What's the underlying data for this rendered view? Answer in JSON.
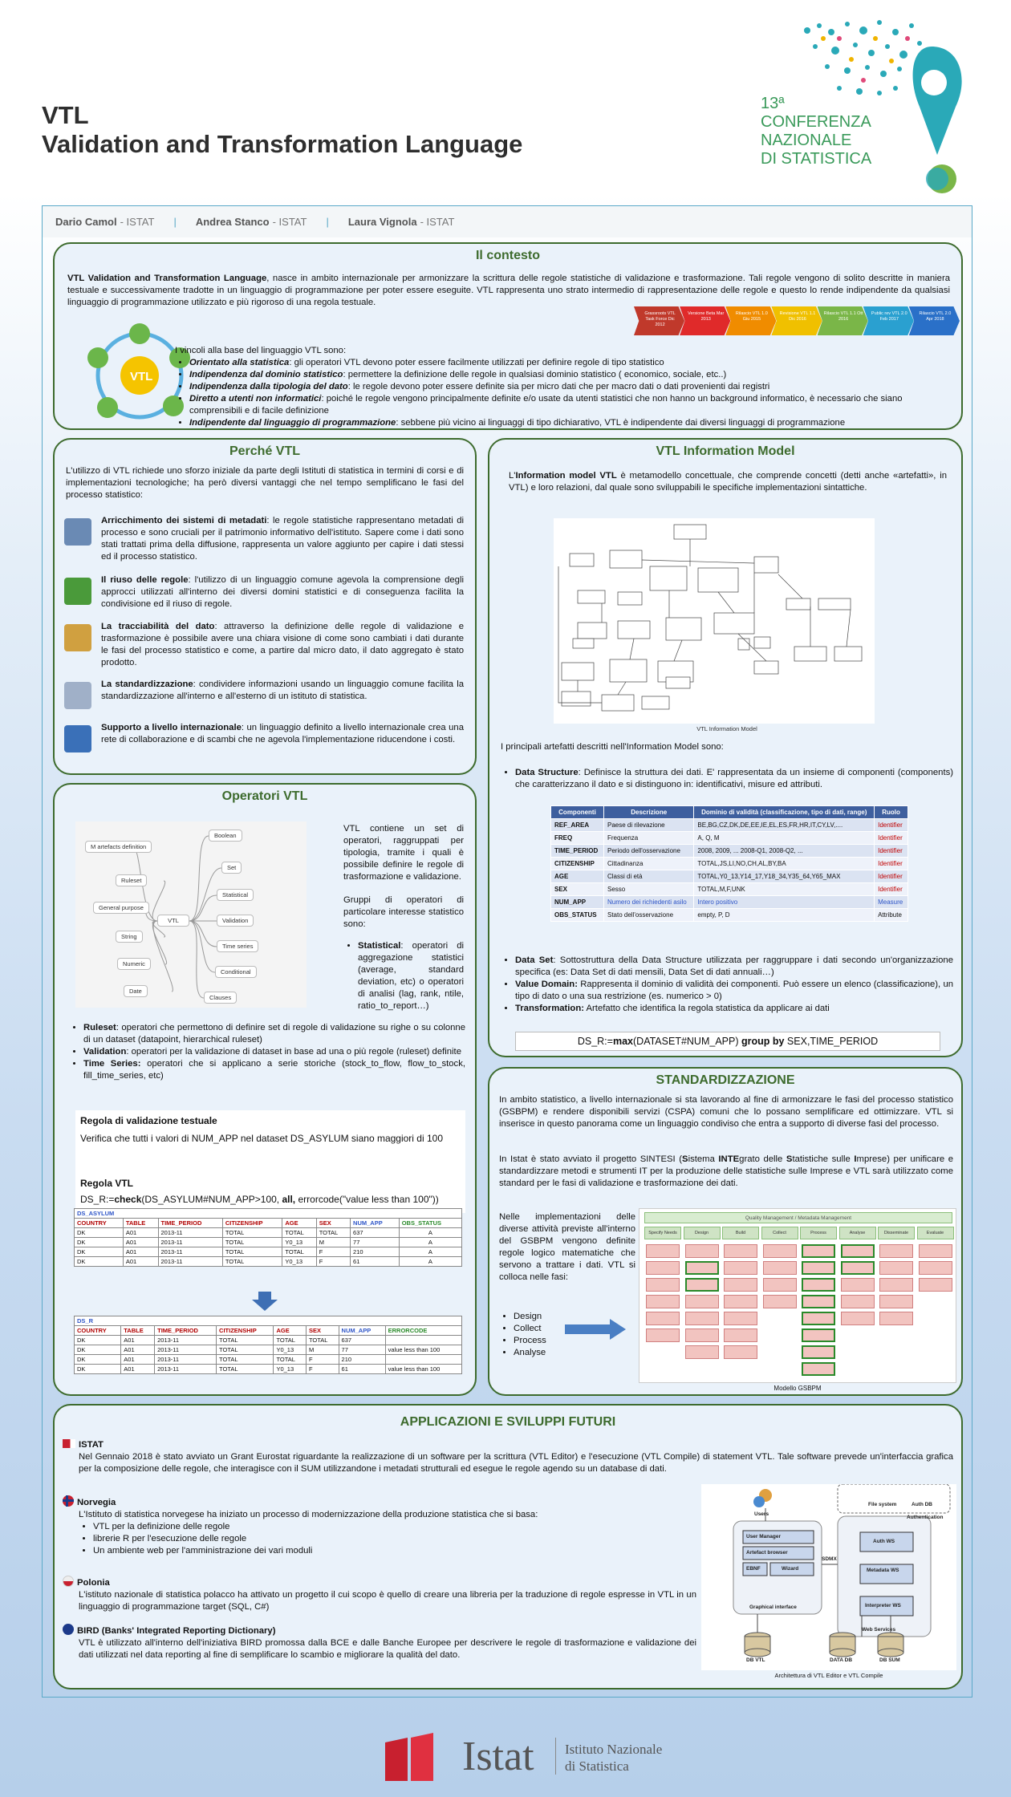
{
  "header": {
    "title_line1": "VTL",
    "title_line2": "Validation and Transformation Language",
    "conference_line1": "13ª",
    "conference_line2": "CONFERENZA",
    "conference_line3": "NAZIONALE",
    "conference_line4": "DI STATISTICA"
  },
  "authors": [
    {
      "name": "Dario Camol",
      "org": "ISTAT"
    },
    {
      "name": "Andrea Stanco",
      "org": "ISTAT"
    },
    {
      "name": "Laura Vignola",
      "org": "ISTAT"
    }
  ],
  "contesto": {
    "title": "Il contesto",
    "intro_bold": "VTL Validation and Transformation Language",
    "intro": ", nasce in ambito internazionale per armonizzare la scrittura delle regole statistiche di validazione e trasformazione. Tali regole vengono di solito descritte in maniera testuale e successivamente tradotte in un linguaggio di programmazione per poter essere eseguite. VTL rappresenta uno strato intermedio di rappresentazione delle regole e questo lo rende indipendente da qualsiasi linguaggio di programmazione utilizzato e più rigoroso di una regola testuale.",
    "timeline": [
      {
        "label": "Grassroots VTL Task Force Dic 2012",
        "color": "#c0392b"
      },
      {
        "label": "Versione Beta Mar 2013",
        "color": "#e02a2a"
      },
      {
        "label": "Rilascio VTL 1.0 Giu 2015",
        "color": "#f08c00"
      },
      {
        "label": "Revisione VTL 1.1 Dic 2016",
        "color": "#f0c000"
      },
      {
        "label": "Rilascio VTL 1.1 Ott 2016",
        "color": "#7ab648"
      },
      {
        "label": "Public rev VTL 2.0 Feb 2017",
        "color": "#2aa0d0"
      },
      {
        "label": "Rilascio VTL 2.0 Apr 2018",
        "color": "#2a70c8"
      }
    ],
    "cycle_center": "VTL",
    "vincoli_intro": "I vincoli alla base del linguaggio VTL sono:",
    "vincoli": [
      {
        "t": "Orientato alla statistica",
        "d": ": gli operatori VTL devono poter essere facilmente utilizzati per definire regole di tipo statistico"
      },
      {
        "t": "Indipendenza dal dominio statistico",
        "d": ": permettere la definizione delle regole in qualsiasi dominio statistico ( economico, sociale, etc..)"
      },
      {
        "t": "Indipendenza dalla tipologia del dato",
        "d": ":  le regole devono poter essere definite sia per micro dati che per macro dati o dati provenienti dai registri"
      },
      {
        "t": "Diretto a utenti non informatici",
        "d": ": poiché le regole vengono principalmente definite e/o usate da utenti statistici che non hanno un background informatico, è necessario che siano comprensibili e di facile definizione"
      },
      {
        "t": "Indipendente dal linguaggio di programmazione",
        "d": ": sebbene più vicino ai linguaggi di tipo dichiarativo, VTL è indipendente dai diversi linguaggi di programmazione"
      }
    ]
  },
  "perche": {
    "title": "Perché VTL",
    "intro": "L'utilizzo di VTL richiede uno sforzo iniziale da parte degli Istituti di statistica in termini di corsi e di implementazioni tecnologiche; ha però diversi vantaggi che nel tempo semplificano le fasi del processo statistico:",
    "items": [
      {
        "t": "Arricchimento dei sistemi di metadati",
        "d": ": le regole statistiche rappresentano metadati di processo e sono cruciali per il patrimonio informativo dell'istituto. Sapere come i dati sono stati trattati prima della diffusione, rappresenta un valore aggiunto per capire i dati stessi ed il processo statistico."
      },
      {
        "t": "Il riuso delle regole",
        "d": ": l'utilizzo di un linguaggio comune agevola la comprensione degli approcci utilizzati all'interno dei diversi domini statistici e di conseguenza facilita la condivisione ed il riuso di regole."
      },
      {
        "t": "La tracciabilità del dato",
        "d": ": attraverso la definizione delle regole di validazione e trasformazione è possibile avere una chiara visione di come sono cambiati i dati durante le fasi del processo statistico e come, a partire dal micro dato, il dato aggregato è stato prodotto."
      },
      {
        "t": "La standardizzazione",
        "d": ": condividere informazioni usando un linguaggio comune facilita la standardizzazione all'interno e all'esterno di un istituto di statistica."
      },
      {
        "t": "Supporto a livello internazionale",
        "d": ": un linguaggio definito a livello internazionale crea una rete di collaborazione e di scambi che ne agevola l'implementazione riducendone i costi."
      }
    ]
  },
  "infomodel": {
    "title": "VTL Information Model",
    "intro_pre": "L'",
    "intro_bold": "Information model VTL",
    "intro_post": " è metamodello concettuale, che comprende concetti (detti anche «artefatti», in VTL) e loro relazioni, dal quale sono sviluppabili le specifiche implementazioni sintattiche.",
    "diagram_caption": "VTL Information Model",
    "artefatti_intro": "I principali artefatti descritti  nell'Information Model sono:",
    "ds_t": "Data Structure",
    "ds_d": ": Definisce la struttura dei dati. E' rappresentata da un insieme di componenti (components) che caratterizzano il dato e si distinguono in: identificativi, misure ed attributi.",
    "table_head": [
      "Componenti",
      "Descrizione",
      "Dominio di validità (classificazione, tipo di dati, range)",
      "Ruolo"
    ],
    "table_rows": [
      [
        "REF_AREA",
        "Paese di rilevazione",
        "BE,BG,CZ,DK,DE,EE,IE,EL,ES,FR,HR,IT,CY,LV,....",
        "Identifier"
      ],
      [
        "FREQ",
        "Frequenza",
        "A, Q, M",
        "Identifier"
      ],
      [
        "TIME_PERIOD",
        "Periodo dell'osservazione",
        "2008, 2009, ... 2008-Q1, 2008-Q2, ...",
        "Identifier"
      ],
      [
        "CITIZENSHIP",
        "Cittadinanza",
        "TOTAL,JS,LI,NO,CH,AL,BY,BA",
        "Identifier"
      ],
      [
        "AGE",
        "Classi di età",
        "TOTAL,Y0_13,Y14_17,Y18_34,Y35_64,Y65_MAX",
        "Identifier"
      ],
      [
        "SEX",
        "Sesso",
        "TOTAL,M,F,UNK",
        "Identifier"
      ],
      [
        "NUM_APP",
        "Numero dei richiedenti asilo",
        "Intero positivo",
        "Measure"
      ],
      [
        "OBS_STATUS",
        "Stato dell'osservazione",
        "empty, P, D",
        "Attribute"
      ]
    ],
    "others": [
      {
        "t": "Data Set",
        "d": ": Sottostruttura della Data Structure utilizzata per raggruppare i dati secondo un'organizzazione specifica (es: Data Set di dati mensili, Data Set di dati annuali…)"
      },
      {
        "t": "Value Domain:",
        "d": " Rappresenta il dominio di validità dei componenti. Può essere un elenco (classificazione), un tipo di dato o una sua restrizione (es. numerico > 0)"
      },
      {
        "t": "Transformation:",
        "d": " Artefatto che identifica la regola statistica da applicare ai dati"
      }
    ],
    "code_pre": "DS_R:=",
    "code_max": "max",
    "code_mid": "(DATASET#NUM_APP) ",
    "code_gb": "group by",
    "code_post": " SEX,TIME_PERIOD"
  },
  "operatori": {
    "title": "Operatori VTL",
    "mindmap_left": [
      "M artefacts definition",
      "Ruleset",
      "General purpose",
      "String",
      "Numeric",
      "Date"
    ],
    "mindmap_right": [
      "Boolean",
      "Set",
      "Statistical",
      "Validation",
      "Time series",
      "Conditional",
      "Clauses"
    ],
    "mindmap_center": "VTL",
    "p1": "VTL contiene un set di operatori, raggruppati per tipologia, tramite i quali è possibile definire le regole di trasformazione e validazione.",
    "p2": "Gruppi di operatori di particolare interesse statistico sono:",
    "stat_t": "Statistical",
    "stat_d": ": operatori di aggregazione statistici (average, standard deviation, etc) o operatori di analisi (lag, rank, ntile, ratio_to_report…)",
    "items": [
      {
        "t": "Ruleset",
        "d": ": operatori che permettono di definire set di regole di validazione su righe o su colonne di un dataset (datapoint, hierarchical ruleset)"
      },
      {
        "t": "Validation",
        "d": ": operatori per la validazione di dataset in base ad una o più regole (ruleset) definite"
      },
      {
        "t": "Time Series:",
        "d": " operatori che si applicano a serie storiche (stock_to_flow, flow_to_stock, fill_time_series, etc)"
      }
    ],
    "rule_title": "Regola di validazione testuale",
    "rule_text": "Verifica che tutti i valori di NUM_APP nel dataset DS_ASYLUM siano maggiori di 100",
    "vtl_title": "Regola VTL",
    "vtl_pre": "DS_R:=",
    "vtl_check": "check",
    "vtl_mid": "(DS_ASYLUM#NUM_APP>100, ",
    "vtl_all": "all,",
    "vtl_post": " errorcode(\"value less than 100\"))",
    "ds1_name": "DS_ASYLUM",
    "ds1_head": [
      "COUNTRY",
      "TABLE",
      "TIME_PERIOD",
      "CITIZENSHIP",
      "AGE",
      "SEX",
      "NUM_APP",
      "OBS_STATUS"
    ],
    "ds1_rows": [
      [
        "DK",
        "A01",
        "2013-11",
        "TOTAL",
        "TOTAL",
        "TOTAL",
        "637",
        "A"
      ],
      [
        "DK",
        "A01",
        "2013-11",
        "TOTAL",
        "Y0_13",
        "M",
        "77",
        "A"
      ],
      [
        "DK",
        "A01",
        "2013-11",
        "TOTAL",
        "TOTAL",
        "F",
        "210",
        "A"
      ],
      [
        "DK",
        "A01",
        "2013-11",
        "TOTAL",
        "Y0_13",
        "F",
        "61",
        "A"
      ]
    ],
    "ds2_name": "DS_R",
    "ds2_head": [
      "COUNTRY",
      "TABLE",
      "TIME_PERIOD",
      "CITIZENSHIP",
      "AGE",
      "SEX",
      "NUM_APP",
      "ERRORCODE"
    ],
    "ds2_rows": [
      [
        "DK",
        "A01",
        "2013-11",
        "TOTAL",
        "TOTAL",
        "TOTAL",
        "637",
        ""
      ],
      [
        "DK",
        "A01",
        "2013-11",
        "TOTAL",
        "Y0_13",
        "M",
        "77",
        "value less than 100"
      ],
      [
        "DK",
        "A01",
        "2013-11",
        "TOTAL",
        "TOTAL",
        "F",
        "210",
        ""
      ],
      [
        "DK",
        "A01",
        "2013-11",
        "TOTAL",
        "Y0_13",
        "F",
        "61",
        "value less than 100"
      ]
    ]
  },
  "standard": {
    "title": "STANDARDIZZAZIONE",
    "p1": "In ambito statistico, a livello internazionale si sta lavorando al fine di armonizzare le fasi del processo statistico (GSBPM) e rendere disponibili servizi (CSPA) comuni che lo possano semplificare ed ottimizzare. VTL si inserisce in questo panorama come un linguaggio condiviso che entra a supporto di diverse fasi del processo.",
    "p2_pre": "In Istat è stato avviato il progetto SINTESI (",
    "p2_s": "S",
    "p2_mid1": "istema ",
    "p2_inte": "INTE",
    "p2_mid2": "grato delle ",
    "p2_st": "S",
    "p2_mid3": "tatistiche sulle ",
    "p2_i": "I",
    "p2_post": "mprese) per unificare e standardizzare metodi e strumenti IT per la produzione delle statistiche sulle Imprese e VTL sarà utilizzato come standard per le fasi di validazione e trasformazione dei dati.",
    "p3": "Nelle implementazioni delle diverse attività previste all'interno del GSBPM vengono definite regole logico matematiche che servono a trattare i dati. VTL si colloca nelle fasi:",
    "phases": [
      "Design",
      "Collect",
      "Process",
      "Analyse"
    ],
    "gsbpm_header": "Quality Management / Metadata Management",
    "gsbpm_cols": [
      "Specify Needs",
      "Design",
      "Build",
      "Collect",
      "Process",
      "Analyse",
      "Disseminate",
      "Evaluate"
    ],
    "gsbpm_caption": "Modello GSBPM"
  },
  "applicazioni": {
    "title": "APPLICAZIONI E SVILUPPI FUTURI",
    "istat_t": "ISTAT",
    "istat_d": "Nel Gennaio 2018 è stato avviato un Grant Eurostat riguardante la realizzazione di un software per la scrittura (VTL Editor) e l'esecuzione (VTL Compile) di statement VTL. Tale software prevede un'interfaccia grafica per la composizione delle regole, che interagisce con il SUM utilizzandone i metadati strutturali ed esegue le regole agendo su un database di dati.",
    "nor_t": "Norvegia",
    "nor_d": "L'Istituto di statistica norvegese ha iniziato un processo di modernizzazione della produzione statistica che si basa:",
    "nor_items": [
      "VTL per la definizione delle regole",
      "librerie R per l'esecuzione delle regole",
      "Un ambiente web per l'amministrazione dei vari moduli"
    ],
    "pol_t": "Polonia",
    "pol_d": "L'istituto nazionale di statistica polacco ha attivato un progetto il cui scopo è quello di creare una libreria per la traduzione di regole espresse in VTL in un linguaggio di programmazione target (SQL, C#)",
    "bird_t": "BIRD (Banks' Integrated Reporting Dictionary)",
    "bird_d": "VTL è utilizzato all'interno dell'iniziativa BIRD promossa dalla BCE e dalle Banche Europee per descrivere le regole di trasformazione e validazione dei dati utilizzati nel data reporting al fine di semplificare lo scambio e migliorare la qualità del dato.",
    "arch": {
      "users": "Users",
      "file_system": "File system",
      "auth_db": "Auth DB",
      "authentication": "Authentication",
      "user_manager": "User Manager",
      "artefact_browser": "Artefact browser",
      "ebnf": "EBNF",
      "wizard": "Wizard",
      "graphical_interface": "Graphical interface",
      "auth_ws": "Auth WS",
      "sdmx": "SDMX",
      "metadata_ws": "Metadata WS",
      "interpreter_ws": "Interpreter WS",
      "web_services": "Web Services",
      "db_vtl": "DB VTL",
      "data_db": "DATA DB",
      "db_sum": "DB SUM",
      "caption": "Architettura di VTL Editor e VTL Compile"
    }
  },
  "footer": {
    "logo_text": "Istat",
    "institute1": "Istituto Nazionale",
    "institute2": "di Statistica"
  },
  "colors": {
    "accent": "#3d6b2d",
    "frame": "#5aa9c8",
    "istat_red": "#c8202f"
  }
}
